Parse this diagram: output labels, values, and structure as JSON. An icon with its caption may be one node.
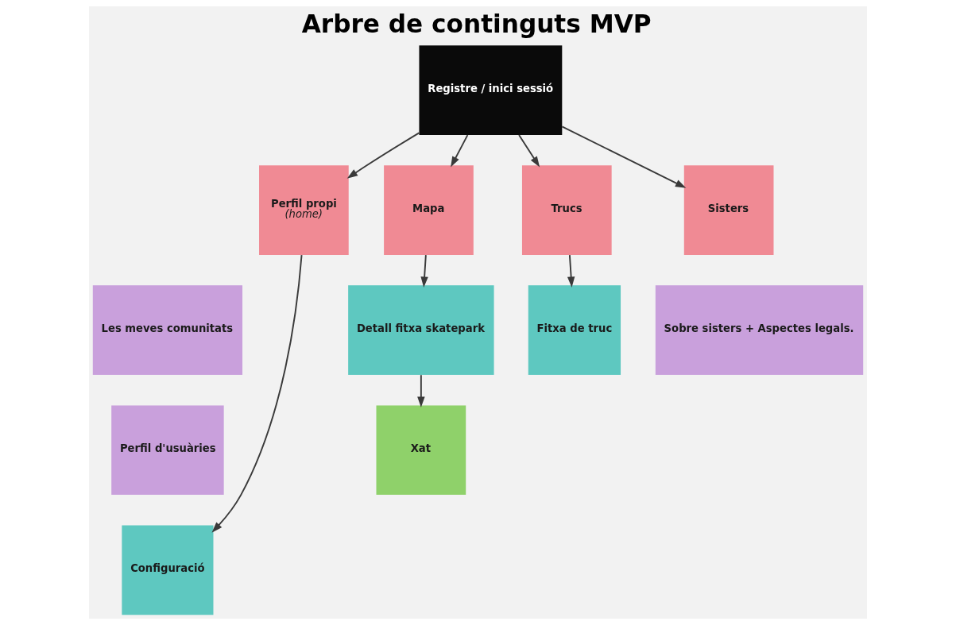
{
  "diagram": {
    "title": "Arbre de continguts MVP",
    "nodes": [
      {
        "text": [
          "Registre / inici sessió"
        ]
      },
      {
        "text": [
          "Perfil propi",
          "(home)"
        ]
      },
      {
        "text": [
          "Les meves comunitats"
        ]
      },
      {
        "text": [
          "Perfil d'usuàries"
        ]
      },
      {
        "text": [
          "Configuració"
        ]
      },
      {
        "text": [
          "Mapa"
        ]
      },
      {
        "text": [
          "Detall fitxa skatepark"
        ]
      },
      {
        "text": [
          "Xat"
        ]
      },
      {
        "text": [
          "Trucs"
        ]
      },
      {
        "text": [
          "Fitxa de truc"
        ]
      },
      {
        "text": [
          "Sisters"
        ]
      },
      {
        "text": [
          "Sobre sisters + Aspectes legals."
        ]
      }
    ],
    "edges": [
      {
        "from": 0,
        "to": 1,
        "arrow": "to"
      },
      {
        "from": 0,
        "to": 5,
        "arrow": "to"
      },
      {
        "from": 0,
        "to": 8,
        "arrow": "to"
      },
      {
        "from": 0,
        "to": 10,
        "arrow": "to"
      },
      {
        "from": 1,
        "to": 4,
        "arrow": "to"
      },
      {
        "from": 5,
        "to": 6,
        "arrow": "to"
      },
      {
        "from": 6,
        "to": 7,
        "arrow": "to"
      },
      {
        "from": 8,
        "to": 9,
        "arrow": "to"
      }
    ]
  }
}
